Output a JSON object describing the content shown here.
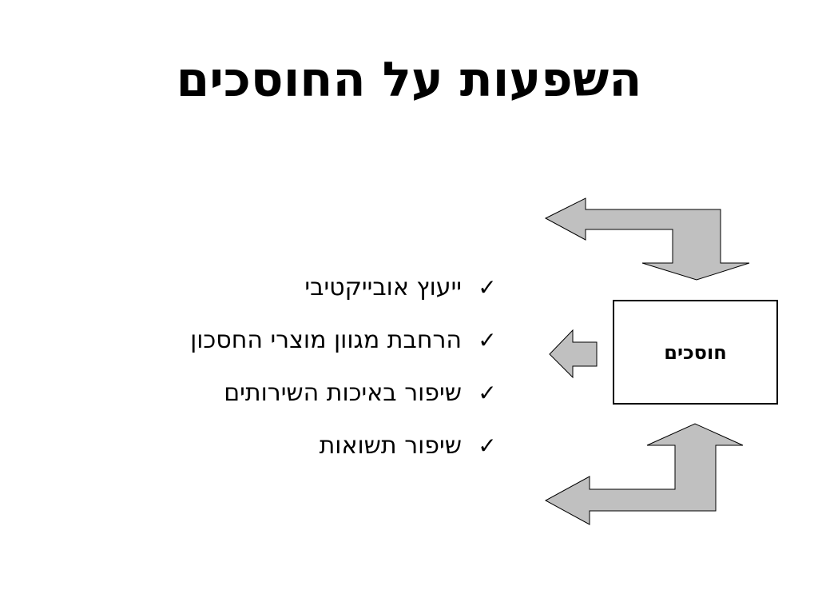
{
  "slide": {
    "title": "השפעות על החוסכים"
  },
  "bullets": [
    {
      "icon": "check-icon",
      "text": "ייעוץ אובייקטיבי"
    },
    {
      "icon": "check-icon",
      "text": "הרחבת מגוון מוצרי החסכון"
    },
    {
      "icon": "check-icon",
      "text": "שיפור באיכות השירותים"
    },
    {
      "icon": "check-icon",
      "text": "שיפור תשואות"
    }
  ],
  "diagram": {
    "box_label": "חוסכים",
    "arrow_fill": "#c0c0c0",
    "arrow_stroke": "#000000"
  }
}
